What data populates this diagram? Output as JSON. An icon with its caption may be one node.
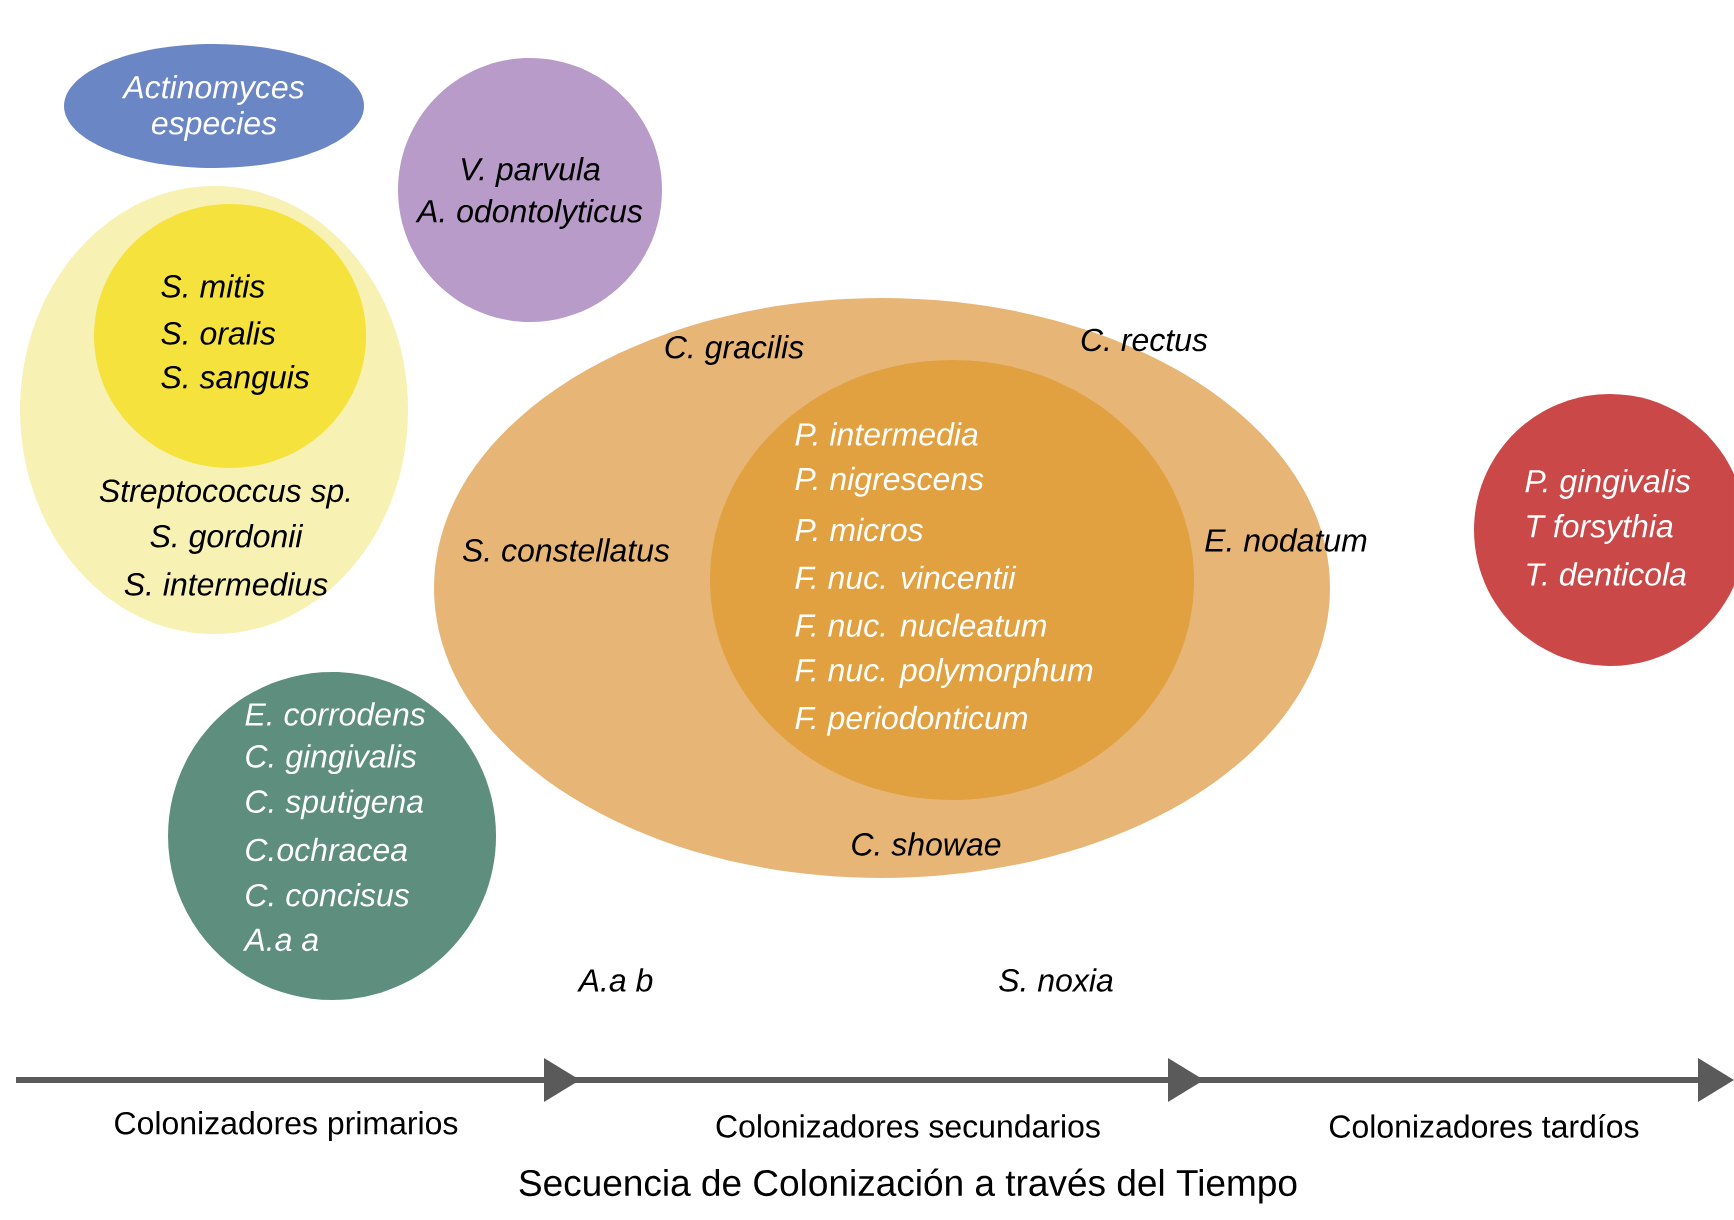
{
  "diagram": {
    "caption": "Secuencia de Colonización a través del Tiempo",
    "nodes": [
      {
        "text": [
          "Actinomyces especies"
        ]
      },
      {
        "text": [
          "V. parvula",
          "A. odontolyticus"
        ]
      },
      {
        "text": [
          "Streptococcus sp.",
          "S. gordonii",
          "S. intermedius"
        ]
      },
      {
        "text": [
          "S. mitis",
          "S. oralis",
          "S. sanguis"
        ],
        "in": 2
      },
      {
        "text": [
          "E. corrodens",
          "C. gingivalis",
          "C. sputigena",
          "C.ochracea",
          "C. concisus",
          "*A.a* a"
        ]
      },
      {
        "text": [
          "C. gracilis",
          "C. rectus",
          "S. constellatus",
          "E. nodatum",
          "C. showae"
        ]
      },
      {
        "text": [
          "P. intermedia",
          "P. nigrescens",
          "P. micros",
          "F. nuc. vincentii",
          "F. nuc. nucleatum",
          "F. nuc. polymorphum",
          "F. periodonticum"
        ],
        "in": 5
      },
      {
        "text": [
          "P. gingivalis",
          "T forsythia",
          "T. denticola"
        ]
      }
    ],
    "labels": [
      "*A.a* b",
      "S. noxia",
      "Colonizadores primarios",
      "Colonizadores secundarios",
      "Colonizadores tardíos"
    ]
  }
}
